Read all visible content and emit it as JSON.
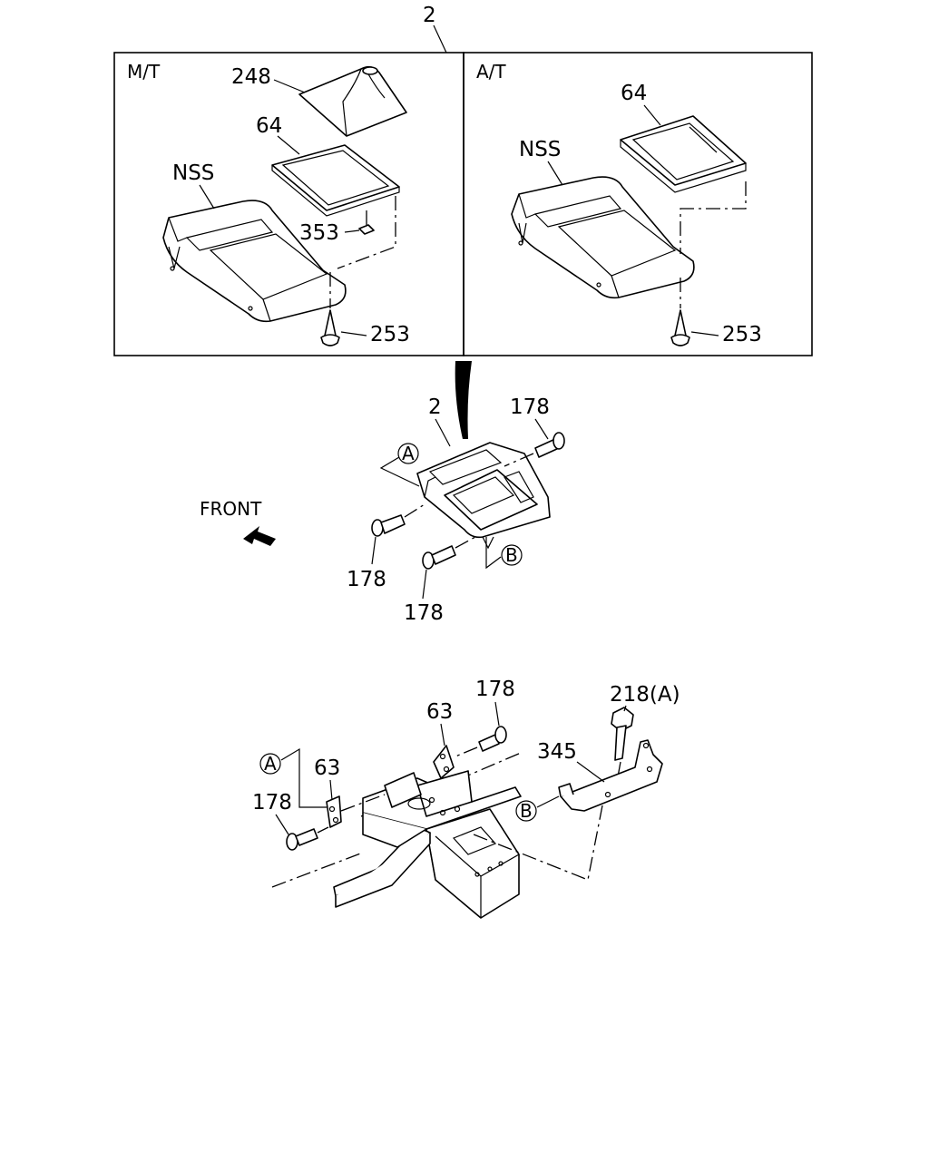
{
  "diagram": {
    "top_assembly_label": "2",
    "panel_mt": {
      "title": "M/T",
      "labels": {
        "boot": "248",
        "bezel": "64",
        "console": "NSS",
        "clip": "353",
        "screw": "253"
      }
    },
    "panel_at": {
      "title": "A/T",
      "labels": {
        "bezel": "64",
        "console": "NSS",
        "screw": "253"
      }
    },
    "middle": {
      "console_label": "2",
      "screw_top": "178",
      "screw_left": "178",
      "screw_bottom": "178",
      "ref_a": "A",
      "ref_b": "B",
      "front_label": "FRONT"
    },
    "bottom": {
      "screw_right": "178",
      "bracket_right": "63",
      "bracket_left": "63",
      "screw_left": "178",
      "ref_a": "A",
      "bolt": "218(A)",
      "bracket_345": "345",
      "ref_b": "B"
    }
  }
}
